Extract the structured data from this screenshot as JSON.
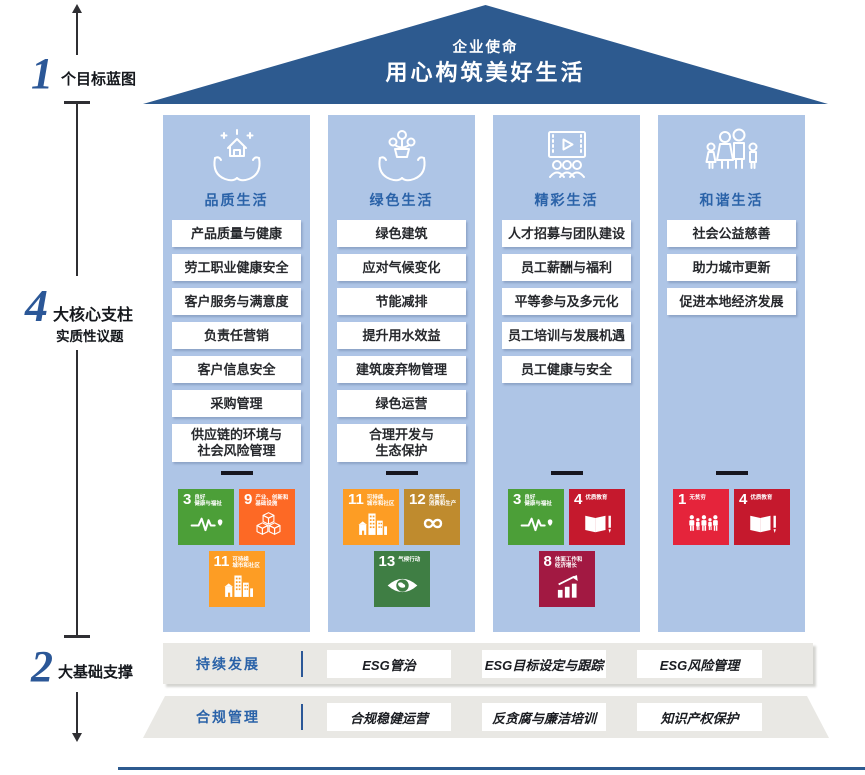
{
  "colors": {
    "roof_blue": "#2d5a8f",
    "pillar_bg": "#aec5e6",
    "accent_blue": "#2a62a8",
    "bar_bg": "#e9e8e4"
  },
  "roof": {
    "eyebrow": "企业使命",
    "title": "用心构筑美好生活"
  },
  "left_rail": {
    "sections": [
      {
        "number": "1",
        "label": "个目标蓝图",
        "sublabel": ""
      },
      {
        "number": "4",
        "label": "大核心支柱",
        "sublabel": "实质性议题"
      },
      {
        "number": "2",
        "label": "大基础支撑",
        "sublabel": ""
      }
    ]
  },
  "pillars": [
    {
      "title": "品质生活",
      "icon": "hands-house",
      "items": [
        "产品质量与健康",
        "劳工职业健康安全",
        "客户服务与满意度",
        "负责任营销",
        "客户信息安全",
        "采购管理",
        "供应链的环境与\n社会风险管理"
      ],
      "sdgs": [
        {
          "num": "3",
          "title": "良好\n健康与福祉",
          "color": "#4C9F38",
          "icon": "heartbeat"
        },
        {
          "num": "9",
          "title": "产业、创新和\n基础设施",
          "color": "#FD6925",
          "icon": "cubes"
        },
        {
          "num": "11",
          "title": "可持续\n城市和社区",
          "color": "#FD9D24",
          "icon": "city"
        }
      ]
    },
    {
      "title": "绿色生活",
      "icon": "hands-plant",
      "items": [
        "绿色建筑",
        "应对气候变化",
        "节能减排",
        "提升用水效益",
        "建筑废弃物管理",
        "绿色运营",
        "合理开发与\n生态保护"
      ],
      "sdgs": [
        {
          "num": "11",
          "title": "可持续\n城市和社区",
          "color": "#FD9D24",
          "icon": "city"
        },
        {
          "num": "12",
          "title": "负责任\n消费和生产",
          "color": "#BF8B2E",
          "icon": "infinity"
        },
        {
          "num": "13",
          "title": "气候行动",
          "color": "#3F7E44",
          "icon": "eye"
        }
      ]
    },
    {
      "title": "精彩生活",
      "icon": "cinema-audience",
      "items": [
        "人才招募与团队建设",
        "员工薪酬与福利",
        "平等参与及多元化",
        "员工培训与发展机遇",
        "员工健康与安全"
      ],
      "sdgs": [
        {
          "num": "3",
          "title": "良好\n健康与福祉",
          "color": "#4C9F38",
          "icon": "heartbeat"
        },
        {
          "num": "4",
          "title": "优质教育",
          "color": "#C5192D",
          "icon": "book"
        },
        {
          "num": "8",
          "title": "体面工作和\n经济增长",
          "color": "#A21942",
          "icon": "growth"
        }
      ]
    },
    {
      "title": "和谐生活",
      "icon": "family",
      "items": [
        "社会公益慈善",
        "助力城市更新",
        "促进本地经济发展"
      ],
      "sdgs": [
        {
          "num": "1",
          "title": "无贫穷",
          "color": "#E5243B",
          "icon": "people"
        },
        {
          "num": "4",
          "title": "优质教育",
          "color": "#C5192D",
          "icon": "book"
        }
      ]
    }
  ],
  "foundation": [
    {
      "label": "持续发展",
      "boxes": [
        "ESG管治",
        "ESG目标设定与跟踪",
        "ESG风险管理"
      ]
    },
    {
      "label": "合规管理",
      "boxes": [
        "合规稳健运营",
        "反贪腐与廉洁培训",
        "知识产权保护"
      ]
    }
  ]
}
